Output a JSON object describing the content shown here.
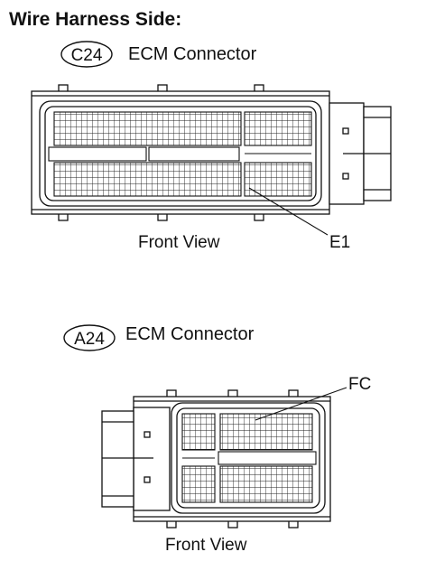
{
  "title": "Wire Harness Side:",
  "connectors": [
    {
      "code": "C24",
      "name": "ECM Connector",
      "view_label": "Front View",
      "pin_label": "E1"
    },
    {
      "code": "A24",
      "name": "ECM Connector",
      "view_label": "Front View",
      "pin_label": "FC"
    }
  ]
}
